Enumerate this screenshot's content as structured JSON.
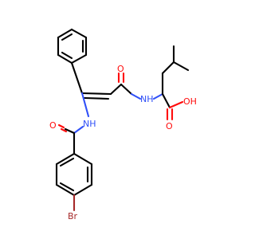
{
  "structure": {
    "atoms": {
      "carbonyl_o_upper": "O",
      "amide_nh_right": "NH",
      "acid_oh": "OH",
      "acid_o": "O",
      "carbonyl_o_lower": "O",
      "amide_nh_left": "NH",
      "bromine": "Br"
    }
  },
  "colors": {
    "carbon": "#000000",
    "oxygen": "#ff0d0d",
    "nitrogen": "#3050f8",
    "bromine": "#a62929"
  }
}
